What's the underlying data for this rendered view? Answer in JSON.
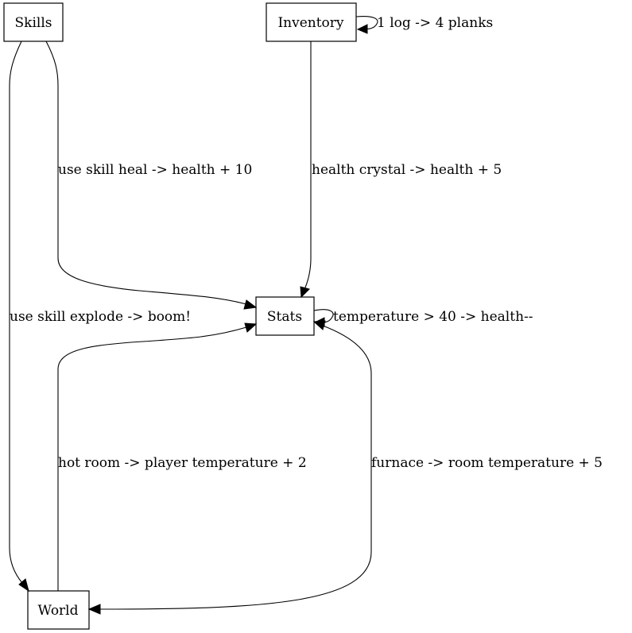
{
  "nodes": {
    "skills": "Skills",
    "inventory": "Inventory",
    "stats": "Stats",
    "world": "World"
  },
  "edges": {
    "inventory_self": "1 log -> 4 planks",
    "skills_stats": "use skill heal -> health + 10",
    "inventory_stats": "health crystal -> health + 5",
    "skills_world": "use skill explode -> boom!",
    "stats_self": "temperature > 40 -> health--",
    "world_stats": "hot room -> player temperature + 2",
    "stats_world": "furnace -> room temperature + 5"
  }
}
